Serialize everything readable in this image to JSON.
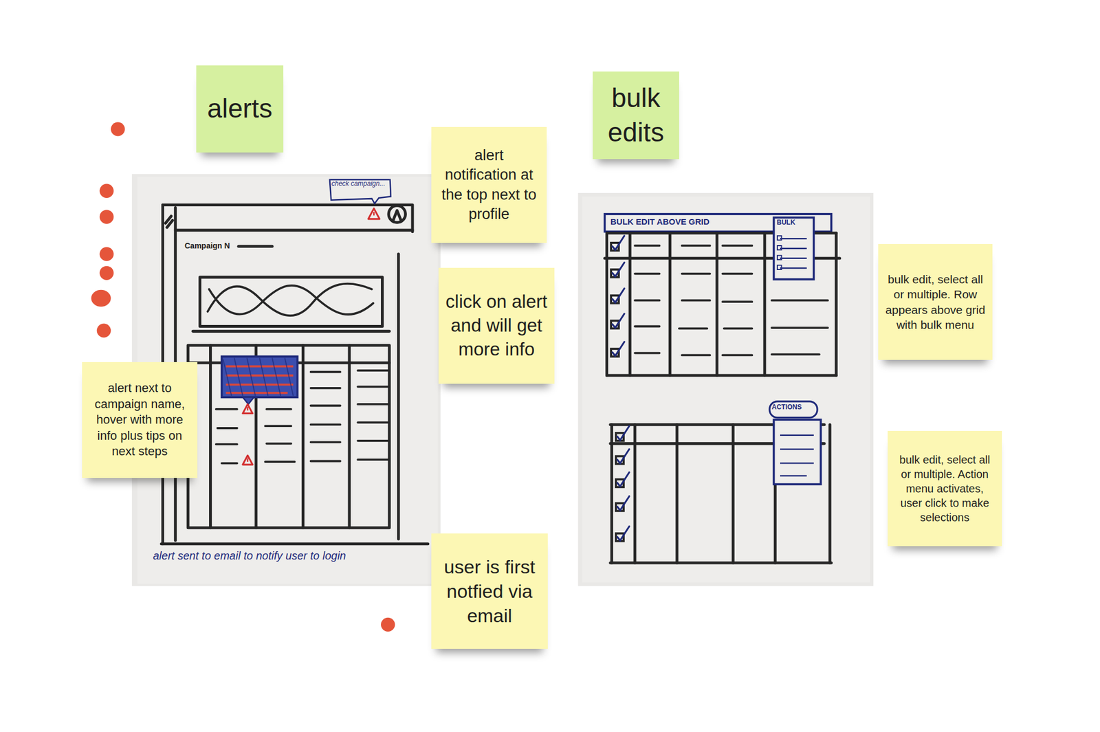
{
  "diagram": {
    "nodes": [
      {
        "text": [
          "alerts"
        ]
      },
      {
        "text": [
          "alert notification at the top next to profile"
        ]
      },
      {
        "text": [
          "bulk edits"
        ]
      },
      {
        "text": [
          "click on alert and will get more info"
        ]
      },
      {
        "text": [
          "bulk edit, select all or multiple. Row appears above grid with bulk menu"
        ]
      },
      {
        "text": [
          "alert next to campaign name, hover with more info plus tips on next steps"
        ]
      },
      {
        "text": [
          "bulk edit, select all or multiple. Action menu activates, user click to make selections"
        ]
      },
      {
        "text": [
          "user is first notfied via email"
        ]
      }
    ],
    "edges": [],
    "labels": [
      "check campaign...",
      "Campaign N",
      "alert sent to email to notify user to login",
      "BULK EDIT ABOVE GRID",
      "BULK",
      "ACTIONS"
    ]
  }
}
